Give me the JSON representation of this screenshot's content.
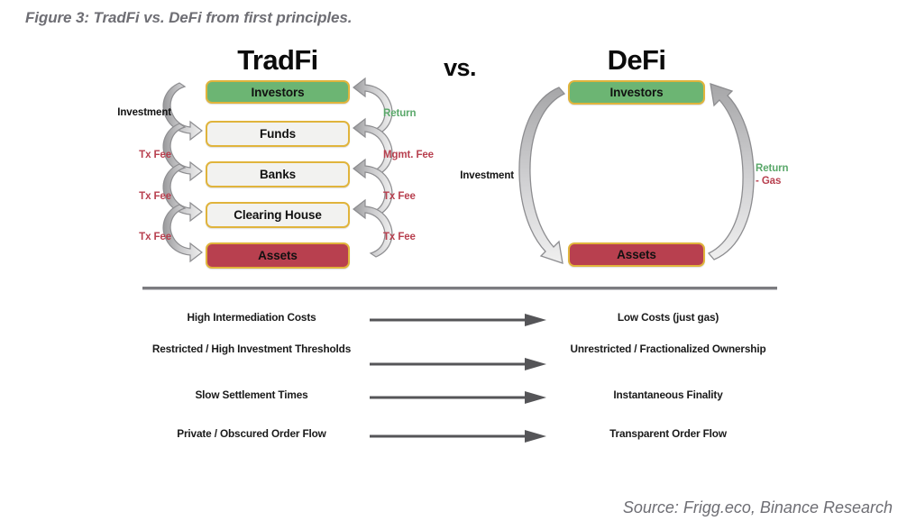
{
  "figure": {
    "title": "Figure 3: TradFi vs. DeFi from first principles.",
    "source": "Source: Frigg.eco, Binance Research"
  },
  "headings": {
    "tradfi": "TradFi",
    "versus": "vs.",
    "defi": "DeFi"
  },
  "colors": {
    "green_box": "#6cb573",
    "red_box": "#b8404f",
    "neutral_box": "#f2f2f0",
    "box_border": "#e0b43c",
    "fee_text": "#b8404f",
    "return_text": "#5aa86a",
    "arrow_gray": "#555558",
    "title_gray": "#6e6e74"
  },
  "tradfi": {
    "nodes": [
      {
        "label": "Investors",
        "style": "green"
      },
      {
        "label": "Funds",
        "style": "neutral"
      },
      {
        "label": "Banks",
        "style": "neutral"
      },
      {
        "label": "Clearing House",
        "style": "neutral"
      },
      {
        "label": "Assets",
        "style": "red"
      }
    ],
    "left_labels": [
      {
        "text": "Investment",
        "tone": "dark"
      },
      {
        "text": "Tx Fee",
        "tone": "red"
      },
      {
        "text": "Tx Fee",
        "tone": "red"
      },
      {
        "text": "Tx Fee",
        "tone": "red"
      }
    ],
    "right_labels": [
      {
        "text": "Return",
        "tone": "green"
      },
      {
        "text": "Mgmt. Fee",
        "tone": "red"
      },
      {
        "text": "Tx Fee",
        "tone": "red"
      },
      {
        "text": "Tx Fee",
        "tone": "red"
      }
    ]
  },
  "defi": {
    "nodes": [
      {
        "label": "Investors",
        "style": "green"
      },
      {
        "label": "Assets",
        "style": "red"
      }
    ],
    "left_label": "Investment",
    "right_label_line1": "Return",
    "right_label_line2": "- Gas"
  },
  "comparison": {
    "rows": [
      {
        "left": "High Intermediation Costs",
        "right": "Low Costs (just gas)"
      },
      {
        "left": "Restricted / High Investment Thresholds",
        "right": "Unrestricted / Fractionalized Ownership"
      },
      {
        "left": "Slow Settlement Times",
        "right": "Instantaneous Finality"
      },
      {
        "left": "Private / Obscured Order Flow",
        "right": "Transparent Order Flow"
      }
    ]
  }
}
